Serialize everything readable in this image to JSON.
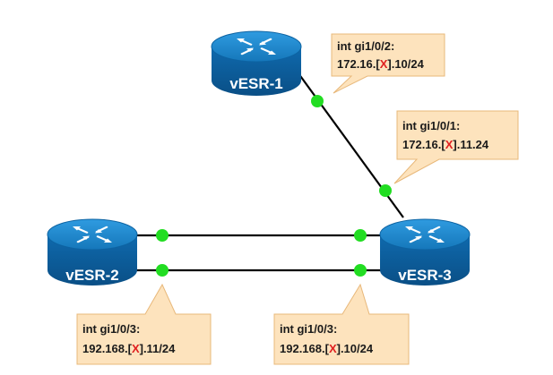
{
  "routers": {
    "vesr1": {
      "label": "vESR-1"
    },
    "vesr2": {
      "label": "vESR-2"
    },
    "vesr3": {
      "label": "vESR-3"
    }
  },
  "callouts": {
    "c1": {
      "line1": "int gi1/0/2:",
      "line2_pre": "172.16.[",
      "line2_mark": "X",
      "line2_post": "].10/24"
    },
    "c2": {
      "line1": "int gi1/0/1:",
      "line2_pre": "172.16.[",
      "line2_mark": "X",
      "line2_post": "].11.24"
    },
    "c3": {
      "line1": "int gi1/0/3:",
      "line2_pre": "192.168.[",
      "line2_mark": "X",
      "line2_post": "].11/24"
    },
    "c4": {
      "line1": "int gi1/0/3:",
      "line2_pre": "192.168.[",
      "line2_mark": "X",
      "line2_post": "].10/24"
    }
  },
  "colors": {
    "router_top": "#1f86c8",
    "router_body": "#0d63a2",
    "link": "#000000",
    "port_dot": "#22dd22",
    "callout_fill": "#fde3bd",
    "callout_stroke": "#e8b87a",
    "mark": "#e02020"
  }
}
